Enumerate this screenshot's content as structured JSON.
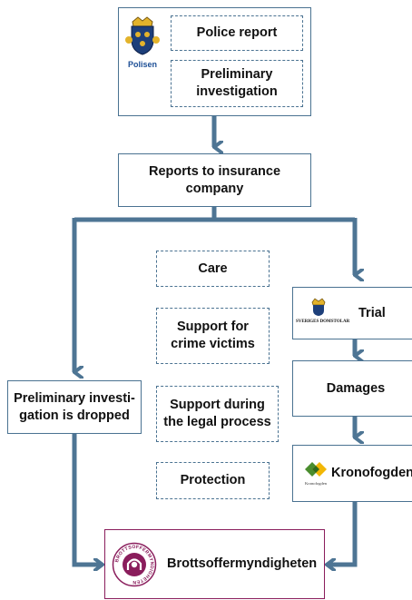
{
  "logos": {
    "police_text": "Polisen",
    "courts_text": "SVERIGES DOMSTOLAR",
    "kronofogden_small_text": "Kronofogden",
    "brottsoffer_ring_text": "BROTTSOFFERMYNDIGHETEN"
  },
  "nodes": {
    "police_report": "Police report",
    "preliminary_investigation": "Preliminary\ninvestigation",
    "insurance": "Reports to insurance\ncompany",
    "care": "Care",
    "support_victims": "Support for\ncrime victims",
    "support_legal": "Support during\nthe legal process",
    "protection": "Protection",
    "trial": "Trial",
    "damages": "Damages",
    "kronofogden": "Kronofogden",
    "dropped": "Preliminary investi-\ngation is dropped",
    "brottsoffer": "Brottsoffermyndigheten"
  },
  "colors": {
    "arrow": "#4e7594",
    "border": "#4a7291",
    "brottsoffer_border": "#8a1d5c",
    "police_blue": "#1d4f96",
    "kronofogden_green": "#4a8d2e"
  }
}
